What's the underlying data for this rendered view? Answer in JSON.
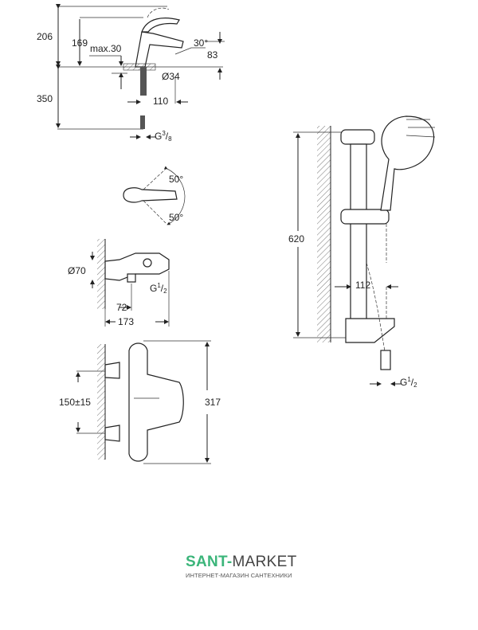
{
  "basin_mixer": {
    "dim_total_height": "206",
    "dim_spout_height": "169",
    "dim_max_thickness": "max.30",
    "dim_angle": "30°",
    "dim_spout_offset": "83",
    "dim_hole_diameter": "Ø34",
    "dim_projection": "110",
    "dim_hose_length": "350",
    "connection_main": "G",
    "connection_sup": "3",
    "connection_sub": "8"
  },
  "lever_rotation": {
    "angle_top": "50°",
    "angle_bottom": "50°"
  },
  "bath_mixer_side": {
    "dim_rosette": "Ø70",
    "connection_main": "G",
    "connection_sup": "1",
    "connection_sub": "2",
    "dim_outlet": "72",
    "dim_depth": "173"
  },
  "thermostat": {
    "dim_centres": "150±15",
    "dim_width": "317"
  },
  "shower_set": {
    "dim_rail_length": "620",
    "dim_wall_distance": "112",
    "connection_main": "G",
    "connection_sup": "1",
    "connection_sub": "2"
  },
  "logo": {
    "brand_part1": "SANT-",
    "brand_part2": "MARKET",
    "tagline": "ИНТЕРНЕТ-МАГАЗИН САНТЕХНИКИ",
    "color_green": "#3bb57a",
    "color_gray": "#444444"
  }
}
